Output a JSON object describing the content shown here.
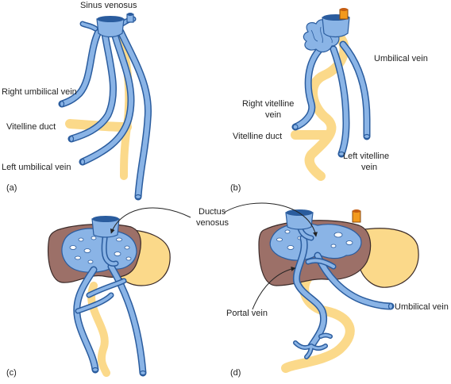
{
  "panels": {
    "a": {
      "tag": "(a)",
      "labels": {
        "sinus_venosus": "Sinus venosus",
        "right_umbilical_vein": "Right umbilical vein",
        "vitelline_duct": "Vitelline duct",
        "left_umbilical_vein": "Left umbilical vein"
      }
    },
    "b": {
      "tag": "(b)",
      "labels": {
        "umbilical_vein": "Umbilical vein",
        "right_vitelline_vein_1": "Right vitelline",
        "right_vitelline_vein_2": "vein",
        "vitelline_duct": "Vitelline duct",
        "left_vitelline_vein_1": "Left vitelline",
        "left_vitelline_vein_2": "vein"
      }
    },
    "c": {
      "tag": "(c)"
    },
    "d": {
      "tag": "(d)",
      "labels": {
        "portal_vein": "Portal vein",
        "umbilical_vein": "Umbilical vein"
      }
    }
  },
  "shared_labels": {
    "ductus_venosus_1": "Ductus",
    "ductus_venosus_2": "venosus"
  },
  "colors": {
    "vein": "#8ab4e6",
    "vein_stroke": "#2a5c9e",
    "duct": "#fbd98a",
    "liver": "#9c7068",
    "liver_stroke": "#3a2a28",
    "artery_tip": "#f39a1e"
  }
}
